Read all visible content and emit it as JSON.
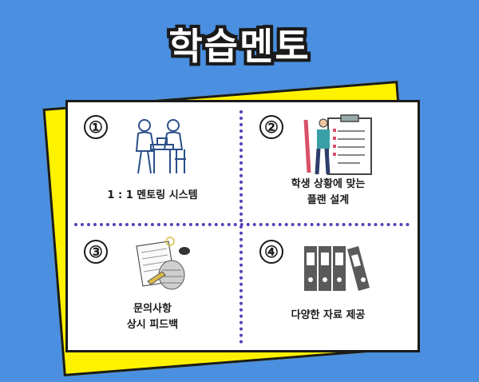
{
  "title": "학습멘토",
  "colors": {
    "background": "#4a8fe0",
    "card_yellow": "#fff200",
    "divider": "#5a3fb5"
  },
  "cells": [
    {
      "number": "①",
      "label_line1": "1 : 1 멘토링 시스템",
      "label_line2": "",
      "icon": "mentoring-meeting-icon"
    },
    {
      "number": "②",
      "label_line1": "학생 상황에 맞는",
      "label_line2": "플랜 설계",
      "icon": "plan-clipboard-icon"
    },
    {
      "number": "③",
      "label_line1": "문의사항",
      "label_line2": "상시 피드백",
      "icon": "feedback-writing-icon"
    },
    {
      "number": "④",
      "label_line1": "다양한 자료 제공",
      "label_line2": "",
      "icon": "binders-icon"
    }
  ]
}
